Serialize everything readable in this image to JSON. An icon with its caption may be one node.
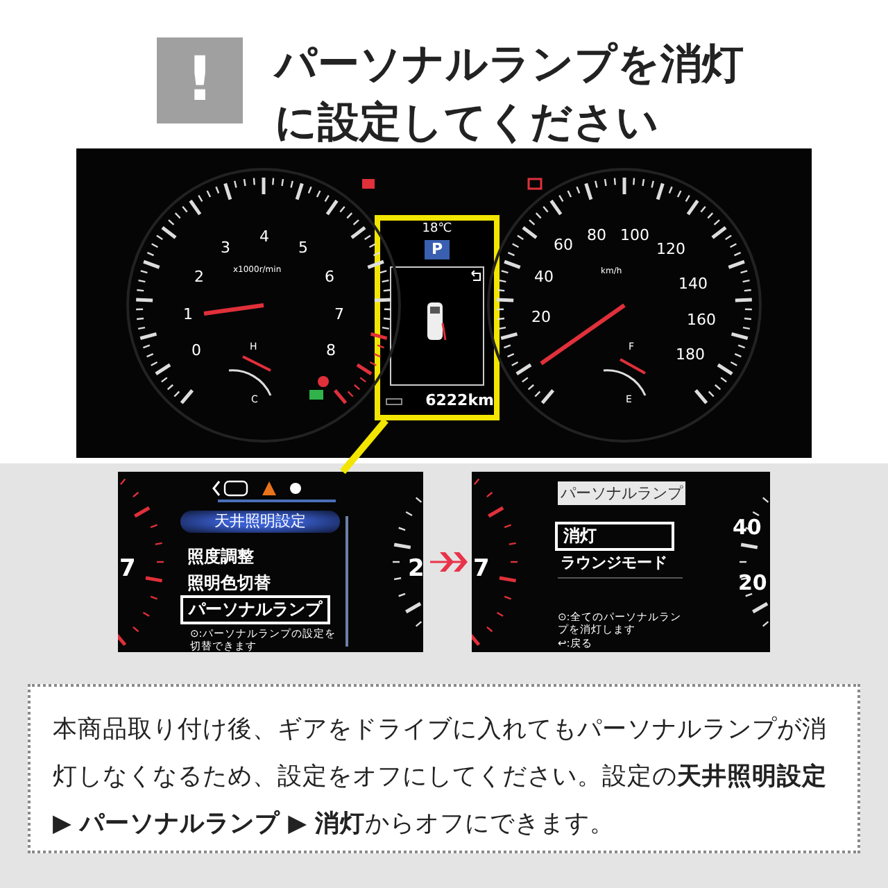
{
  "diagram": {
    "title": "パーソナルランプを消灯に設定してください",
    "nodes": [
      {
        "text": [],
        "shape": "picture"
      },
      {
        "text": [
          "18℃",
          "P",
          "6222km"
        ],
        "in": 0
      },
      {
        "text": [
          "天井照明設定",
          "照度調整",
          "照明色切替",
          "パーソナルランプ",
          "⊙:パーソナルランプの設定を切替できます"
        ]
      },
      {
        "text": [
          "パーソナルランプ",
          "消灯",
          "ラウンジモード",
          "⊙:全てのパーソナルランプを消灯します",
          "↩:戻る"
        ]
      },
      {
        "text": [
          "本商品取り付け後、ギアをドライブに入れてもパーソナルランプが消灯しなくなるため、設定をオフにしてください。設定の**天井照明設定 ▶ パーソナルランプ ▶ 消灯**からオフにできます。"
        ]
      }
    ],
    "edges": [
      {
        "from": 1,
        "to": 2,
        "arrow": "none",
        "style": "thick",
        "color": "#f2e600"
      },
      {
        "from": 2,
        "to": 3,
        "arrow": "to",
        "color": "#e8334a"
      }
    ],
    "labels": [
      "!",
      "0",
      "1",
      "2",
      "3",
      "4",
      "5",
      "6",
      "7",
      "8",
      "x1000r/min",
      "H",
      "C",
      "20",
      "40",
      "60",
      "80",
      "100",
      "120",
      "140",
      "160",
      "180",
      "km/h",
      "F",
      "E",
      "7",
      "2",
      "7",
      "40",
      "20"
    ]
  }
}
